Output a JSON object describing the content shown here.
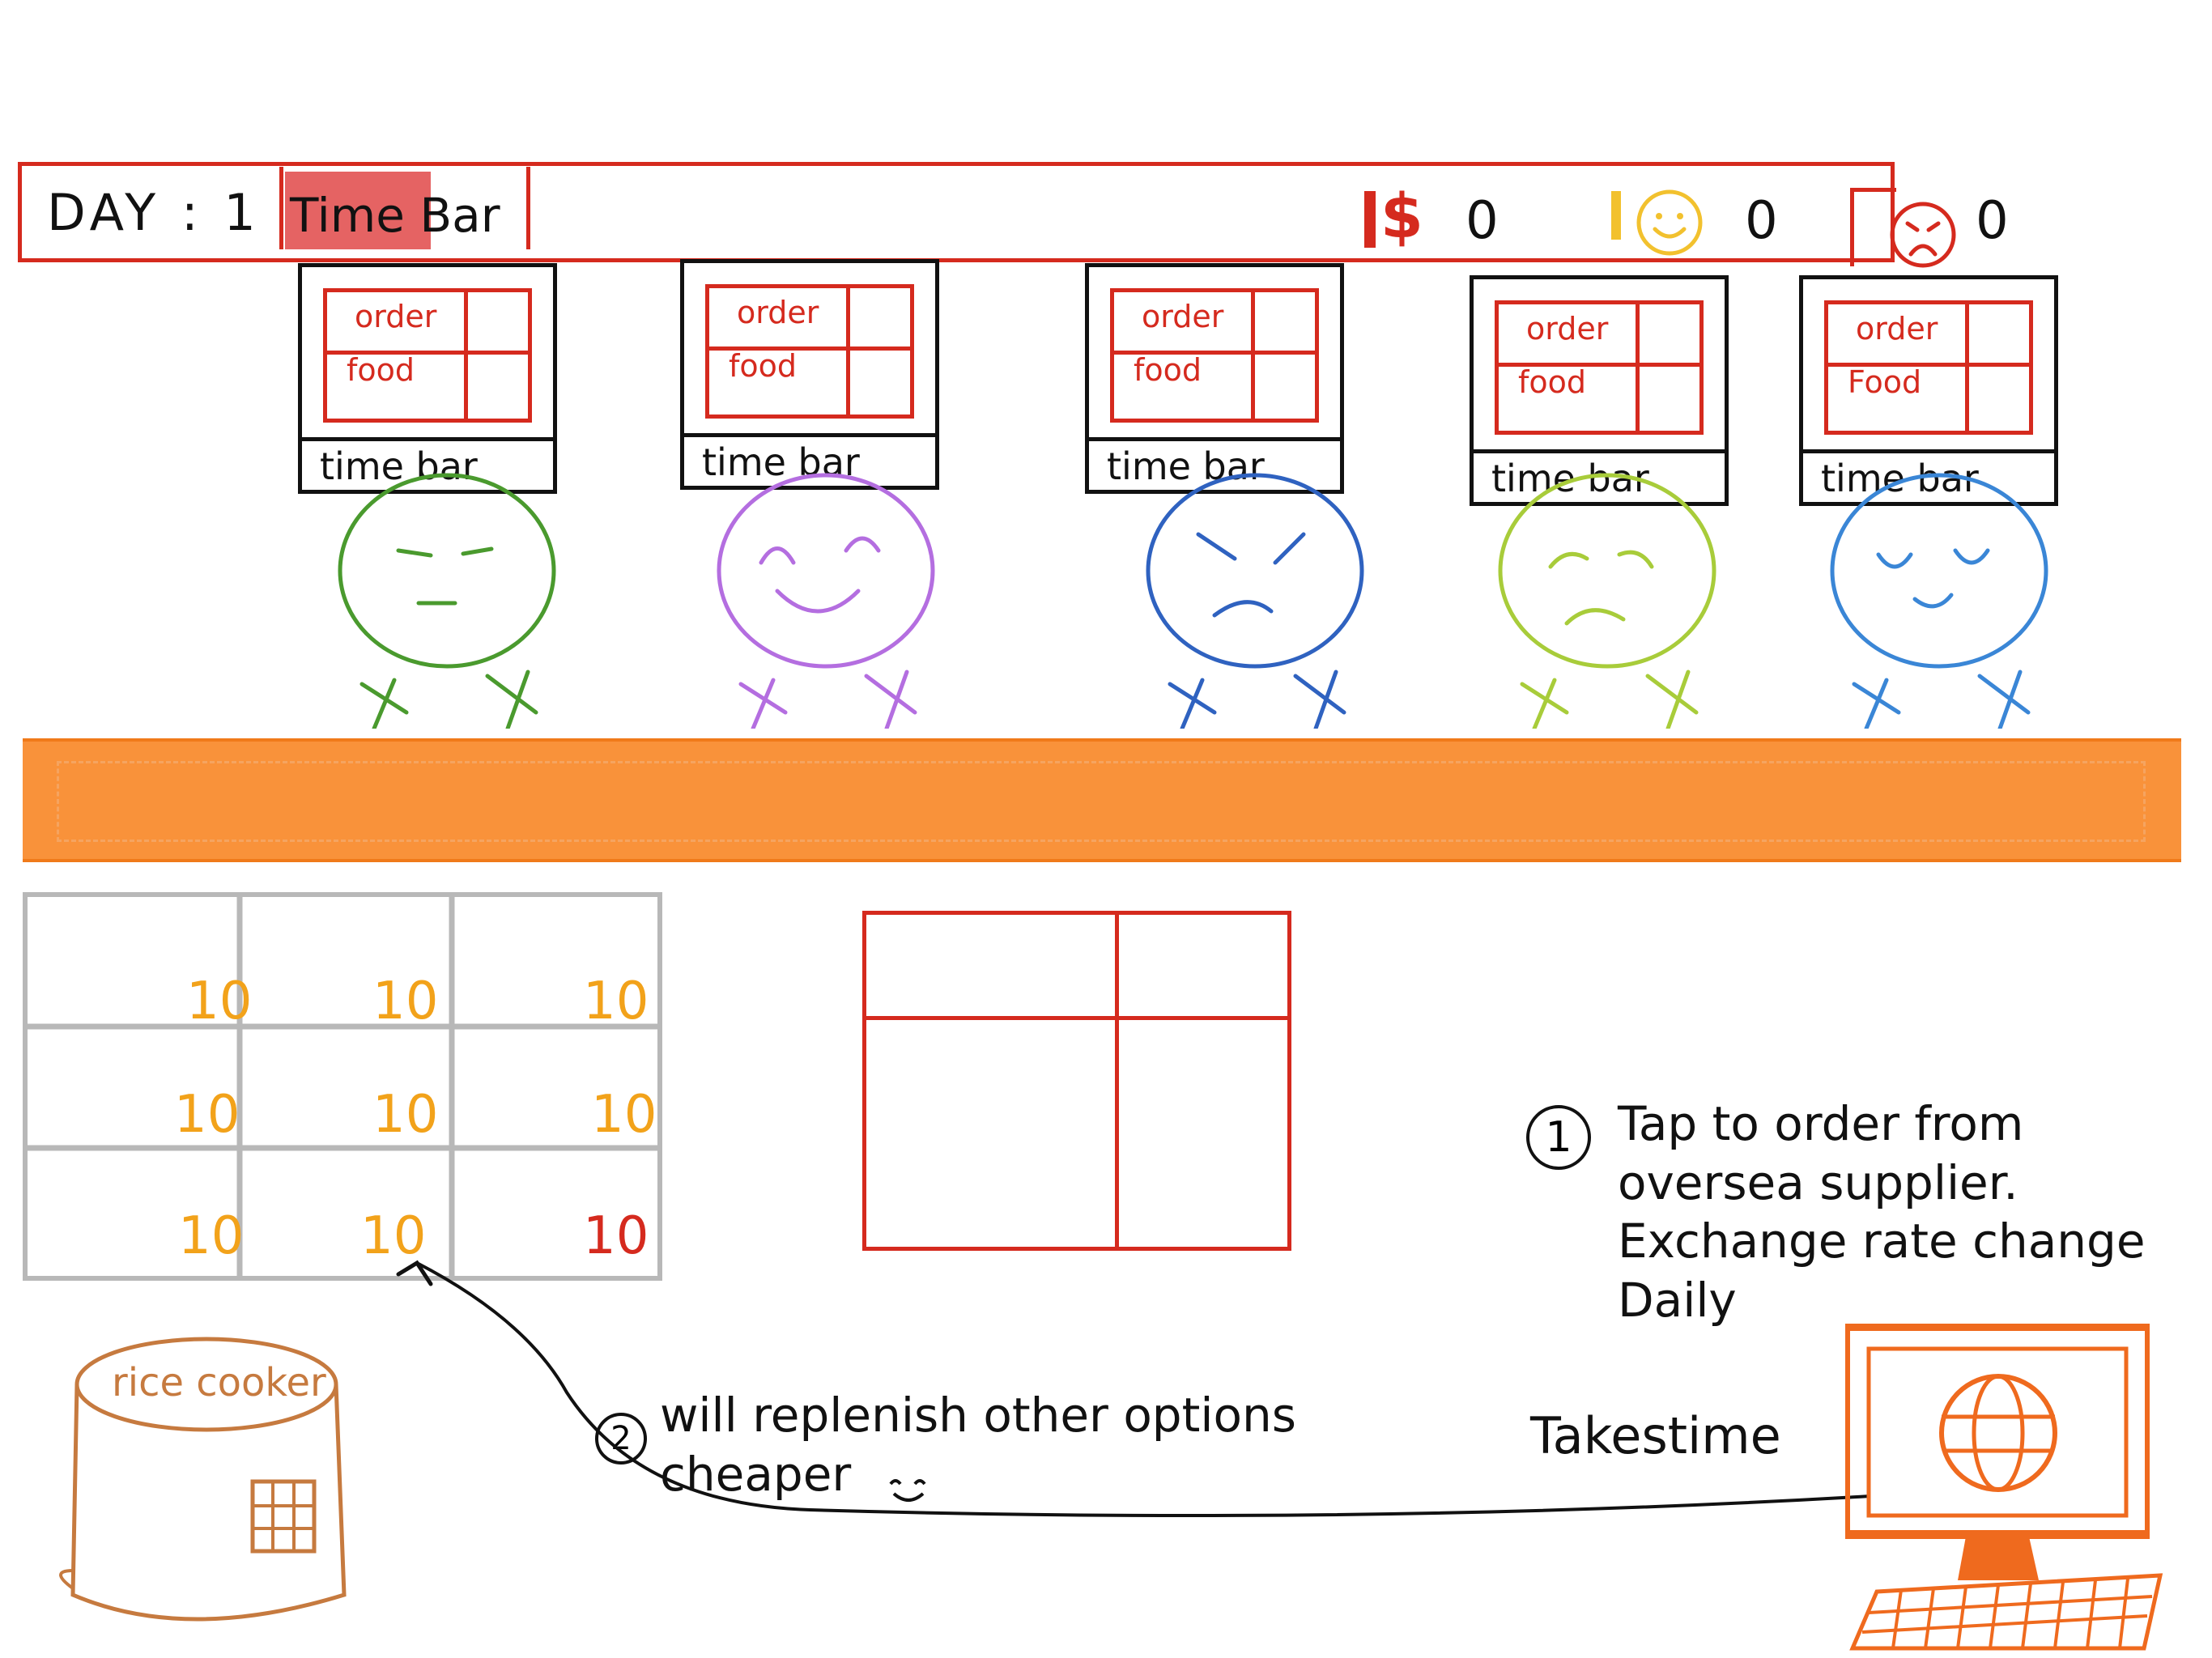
{
  "hud": {
    "day_label": "DAY : 1",
    "time_bar_label": "Time Bar",
    "money_symbol": "$",
    "money_value": "0",
    "happy_value": "0",
    "angry_value": "0",
    "colors": {
      "accent": "#d52a1e",
      "happy": "#f2c12e"
    }
  },
  "customers": [
    {
      "order_label": "order",
      "food_label": "food",
      "time_bar_label": "time bar",
      "mood": "neutral",
      "color": "#4a9a2e"
    },
    {
      "order_label": "order",
      "food_label": "food",
      "time_bar_label": "time bar",
      "mood": "happy",
      "color": "#b46ee0"
    },
    {
      "order_label": "order",
      "food_label": "food",
      "time_bar_label": "time bar",
      "mood": "angry",
      "color": "#2f62c0"
    },
    {
      "order_label": "order",
      "food_label": "food",
      "time_bar_label": "time bar",
      "mood": "worried",
      "color": "#a8cc3a"
    },
    {
      "order_label": "order",
      "food_label": "Food",
      "time_bar_label": "time bar",
      "mood": "content",
      "color": "#3a86d6"
    }
  ],
  "counter": {
    "color": "#f9923a"
  },
  "inventory": {
    "quantities": [
      "10",
      "10",
      "10",
      "10",
      "10",
      "10",
      "10",
      "10",
      "10"
    ],
    "last_qty_color": "#d52a1e"
  },
  "notes": {
    "note1_number": "1",
    "note1_text": "Tap to order from oversea supplier. Exchange rate change Daily",
    "takes_time": "Takestime",
    "note2_number": "2",
    "note2_text": "will replenish other options cheaper"
  },
  "rice_cooker": {
    "label": "rice cooker"
  },
  "computer": {
    "icon": "globe-icon",
    "color": "#ef6a1e"
  }
}
